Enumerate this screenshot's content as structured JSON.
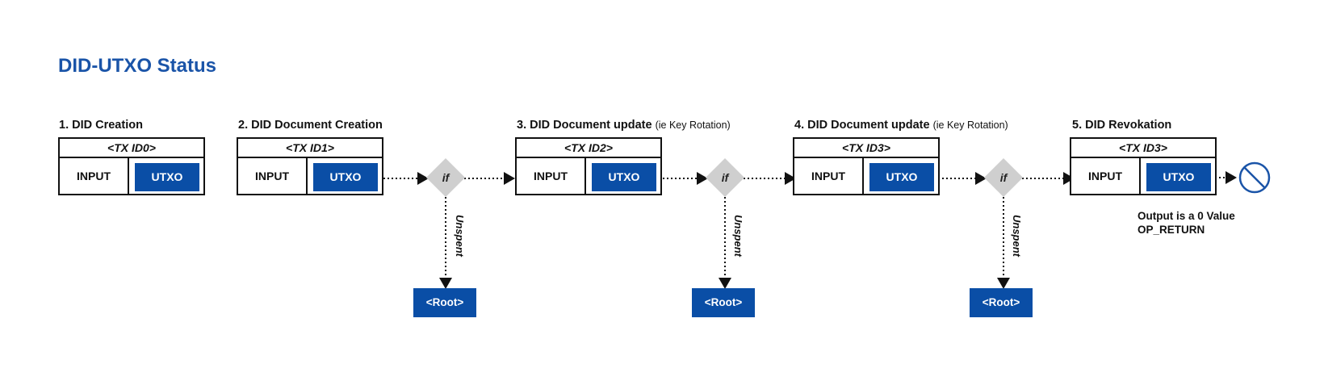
{
  "title": "DID-UTXO Status",
  "steps": [
    {
      "label": "1. DID Creation",
      "note": "",
      "tx_id": "<TX ID0>",
      "input": "INPUT",
      "utxo": "UTXO"
    },
    {
      "label": "2. DID Document Creation",
      "note": "",
      "tx_id": "<TX ID1>",
      "input": "INPUT",
      "utxo": "UTXO"
    },
    {
      "label": "3. DID Document update",
      "note": "(ie Key Rotation)",
      "tx_id": "<TX ID2>",
      "input": "INPUT",
      "utxo": "UTXO"
    },
    {
      "label": "4. DID Document update",
      "note": "(ie Key Rotation)",
      "tx_id": "<TX ID3>",
      "input": "INPUT",
      "utxo": "UTXO"
    },
    {
      "label": "5. DID Revokation",
      "note": "",
      "tx_id": "<TX ID3>",
      "input": "INPUT",
      "utxo": "UTXO"
    }
  ],
  "decisions": [
    {
      "label": "if",
      "branch": "Unspent",
      "root": "<Root>"
    },
    {
      "label": "if",
      "branch": "Unspent",
      "root": "<Root>"
    },
    {
      "label": "if",
      "branch": "Unspent",
      "root": "<Root>"
    }
  ],
  "revocation": {
    "output_note_line1": "Output is a 0 Value",
    "output_note_line2": "OP_RETURN",
    "end_icon": "prohibited-circle-icon"
  },
  "colors": {
    "title": "#1a54a8",
    "utxo": "#0a4ea6",
    "decision": "#cfcfcf"
  }
}
